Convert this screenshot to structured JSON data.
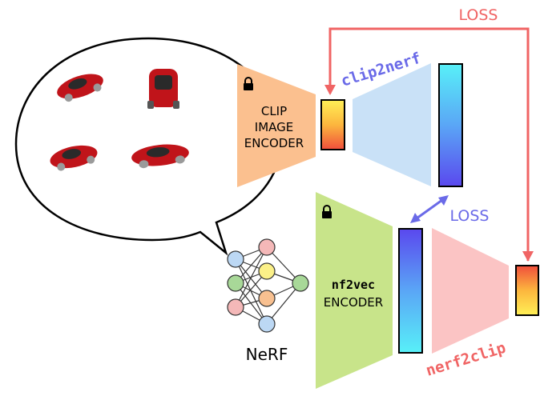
{
  "labels": {
    "loss_top": "LOSS",
    "loss_mid": "LOSS",
    "clip2nerf": "clip2nerf",
    "nerf2clip": "nerf2clip",
    "clip_encoder_line1": "CLIP",
    "clip_encoder_line2": "IMAGE",
    "clip_encoder_line3": "ENCODER",
    "nf2vec_line1": "nf2vec",
    "nf2vec_line2": "ENCODER",
    "nerf": "NeRF"
  },
  "colors": {
    "loss_red": "#f06464",
    "loss_blue": "#6a6ae8",
    "clip_encoder": "#fbc08f",
    "nf2vec_encoder": "#c8e48a",
    "clip2nerf_decoder": "#c9e1f7",
    "nerf2clip_decoder": "#fbc4c4",
    "car_red": "#c0141a"
  },
  "icons": [
    "lock-icon",
    "lock-icon"
  ]
}
